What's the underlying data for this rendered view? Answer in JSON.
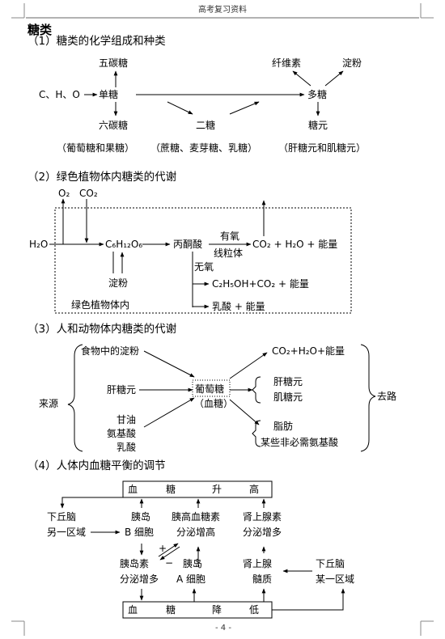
{
  "header": {
    "title": "高考复习资料"
  },
  "footer": {
    "page": "- 4 -"
  },
  "doc": {
    "title": "糖类",
    "s1": {
      "heading": "（1）糖类的化学组成和种类",
      "cho": "C、H、O",
      "single": "单糖",
      "five": "五碳糖",
      "six": "六碳糖",
      "double": "二糖",
      "multi": "多糖",
      "cellulose": "纤维素",
      "starch": "淀粉",
      "glycogen": "糖元",
      "note1": "（葡萄糖和果糖）",
      "note2": "（蔗糖、麦芽糖、乳糖）",
      "note3": "（肝糖元和肌糖元）"
    },
    "s2": {
      "heading": "（2）绿色植物体内糖类的代谢",
      "o2": "O₂",
      "co2": "CO₂",
      "h2o": "H₂O",
      "glucose": "C₆H₁₂O₆",
      "pyruvate": "丙酮酸",
      "aerobic": "有氧",
      "mito": "线粒体",
      "products": "CO₂ + H₂O + 能量",
      "anaerobic": "无氧",
      "ethanol": "C₂H₅OH+CO₂ + 能量",
      "lactic": "乳酸 + 能量",
      "starch": "淀粉",
      "box_label": "绿色植物体内"
    },
    "s3": {
      "heading": "（3）人和动物体内糖类的代谢",
      "food": "食物中的淀粉",
      "glycogen": "肝糖元",
      "glycerol": "甘油",
      "amino": "氨基酸",
      "lactic": "乳酸",
      "source": "来源",
      "glucose": "葡萄糖",
      "blood": "（血糖）",
      "oxid": "CO₂+H₂O+能量",
      "liver_g": "肝糖元",
      "muscle_g": "肌糖元",
      "fat": "脂肪",
      "nonessential": "某些非必需氨基酸",
      "dest": "去路"
    },
    "s4": {
      "heading": "（4）人体内血糖平衡的调节",
      "rise": [
        "血",
        "糖",
        "升",
        "高"
      ],
      "fall": [
        "血",
        "糖",
        "降",
        "低"
      ],
      "hypo": "下丘脑",
      "hypo_area": "另一区域",
      "pancreas_b": "胰岛",
      "b_cell": "B 细胞",
      "hyperglycemic": "胰高血糖素",
      "secrete_up1": "分泌增高",
      "adrenaline": "肾上腺素",
      "secrete_more1": "分泌增多",
      "insulin": "胰岛素",
      "secrete_more2": "分泌增多",
      "pancreas_a": "胰岛",
      "a_cell": "A 细胞",
      "adrenal": "肾上腺",
      "medulla": "髓质",
      "hypo2": "下丘脑",
      "hypo2_area": "某一区域",
      "plus": "+",
      "minus": "−"
    }
  }
}
